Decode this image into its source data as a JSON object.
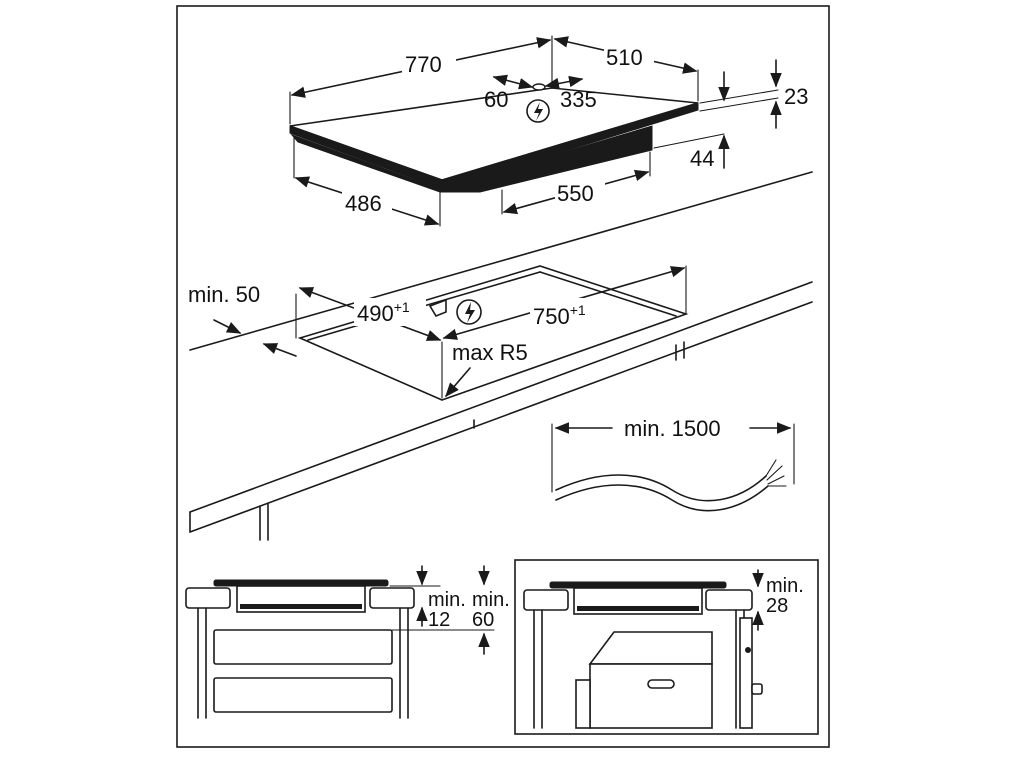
{
  "top_view": {
    "width_label": "770",
    "depth_label": "510",
    "offset_left_label": "60",
    "offset_right_label": "335",
    "glass_thickness_label": "23",
    "total_height_label": "44",
    "body_depth_label": "486",
    "body_width_label": "550"
  },
  "cutout_view": {
    "min_edge_label": "min. 50",
    "cutout_depth_label": "490",
    "cutout_depth_tol": "+1",
    "cutout_width_label": "750",
    "cutout_width_tol": "+1",
    "radius_label": "max R5",
    "cable_label": "min. 1500"
  },
  "section_drawer": {
    "left_min_label": "min.",
    "left_value": "12",
    "right_min_label": "min.",
    "right_value": "60"
  },
  "section_oven": {
    "min_label": "min.",
    "value": "28"
  },
  "icons": {
    "electrical_warning": "lightning-in-circle-icon",
    "cable": "power-cable-icon"
  }
}
